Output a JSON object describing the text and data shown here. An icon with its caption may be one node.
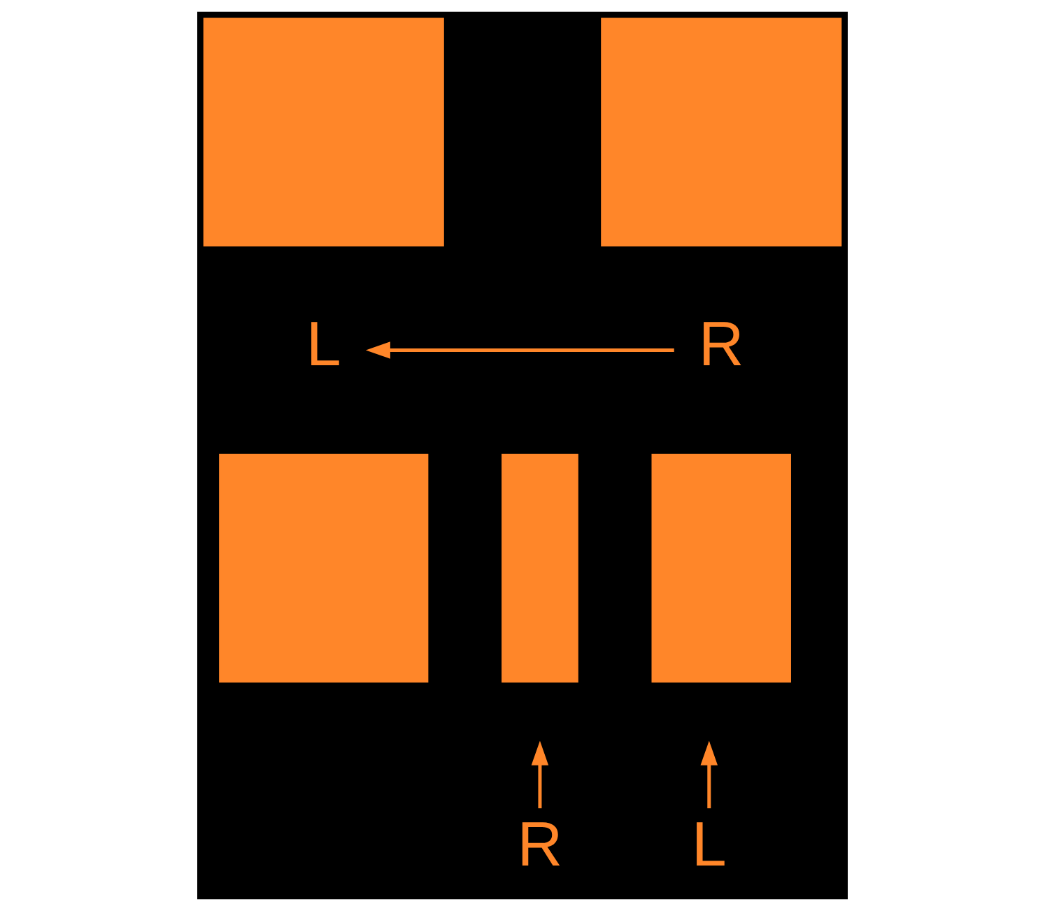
{
  "diagram": {
    "nodes": [
      {
        "text": [],
        "shape": "box"
      },
      {
        "text": [],
        "shape": "box"
      },
      {
        "text": [
          "L"
        ]
      },
      {
        "text": [
          "R"
        ]
      },
      {
        "text": [],
        "shape": "box"
      },
      {
        "text": [],
        "shape": "box"
      },
      {
        "text": [],
        "shape": "box"
      },
      {
        "text": [
          "R"
        ]
      },
      {
        "text": [
          "L"
        ]
      }
    ],
    "edges": [
      {
        "from": 3,
        "to": 2,
        "arrow": "to"
      },
      {
        "from": 7,
        "to": null,
        "arrow": "to"
      },
      {
        "from": 8,
        "to": null,
        "arrow": "to"
      }
    ]
  }
}
